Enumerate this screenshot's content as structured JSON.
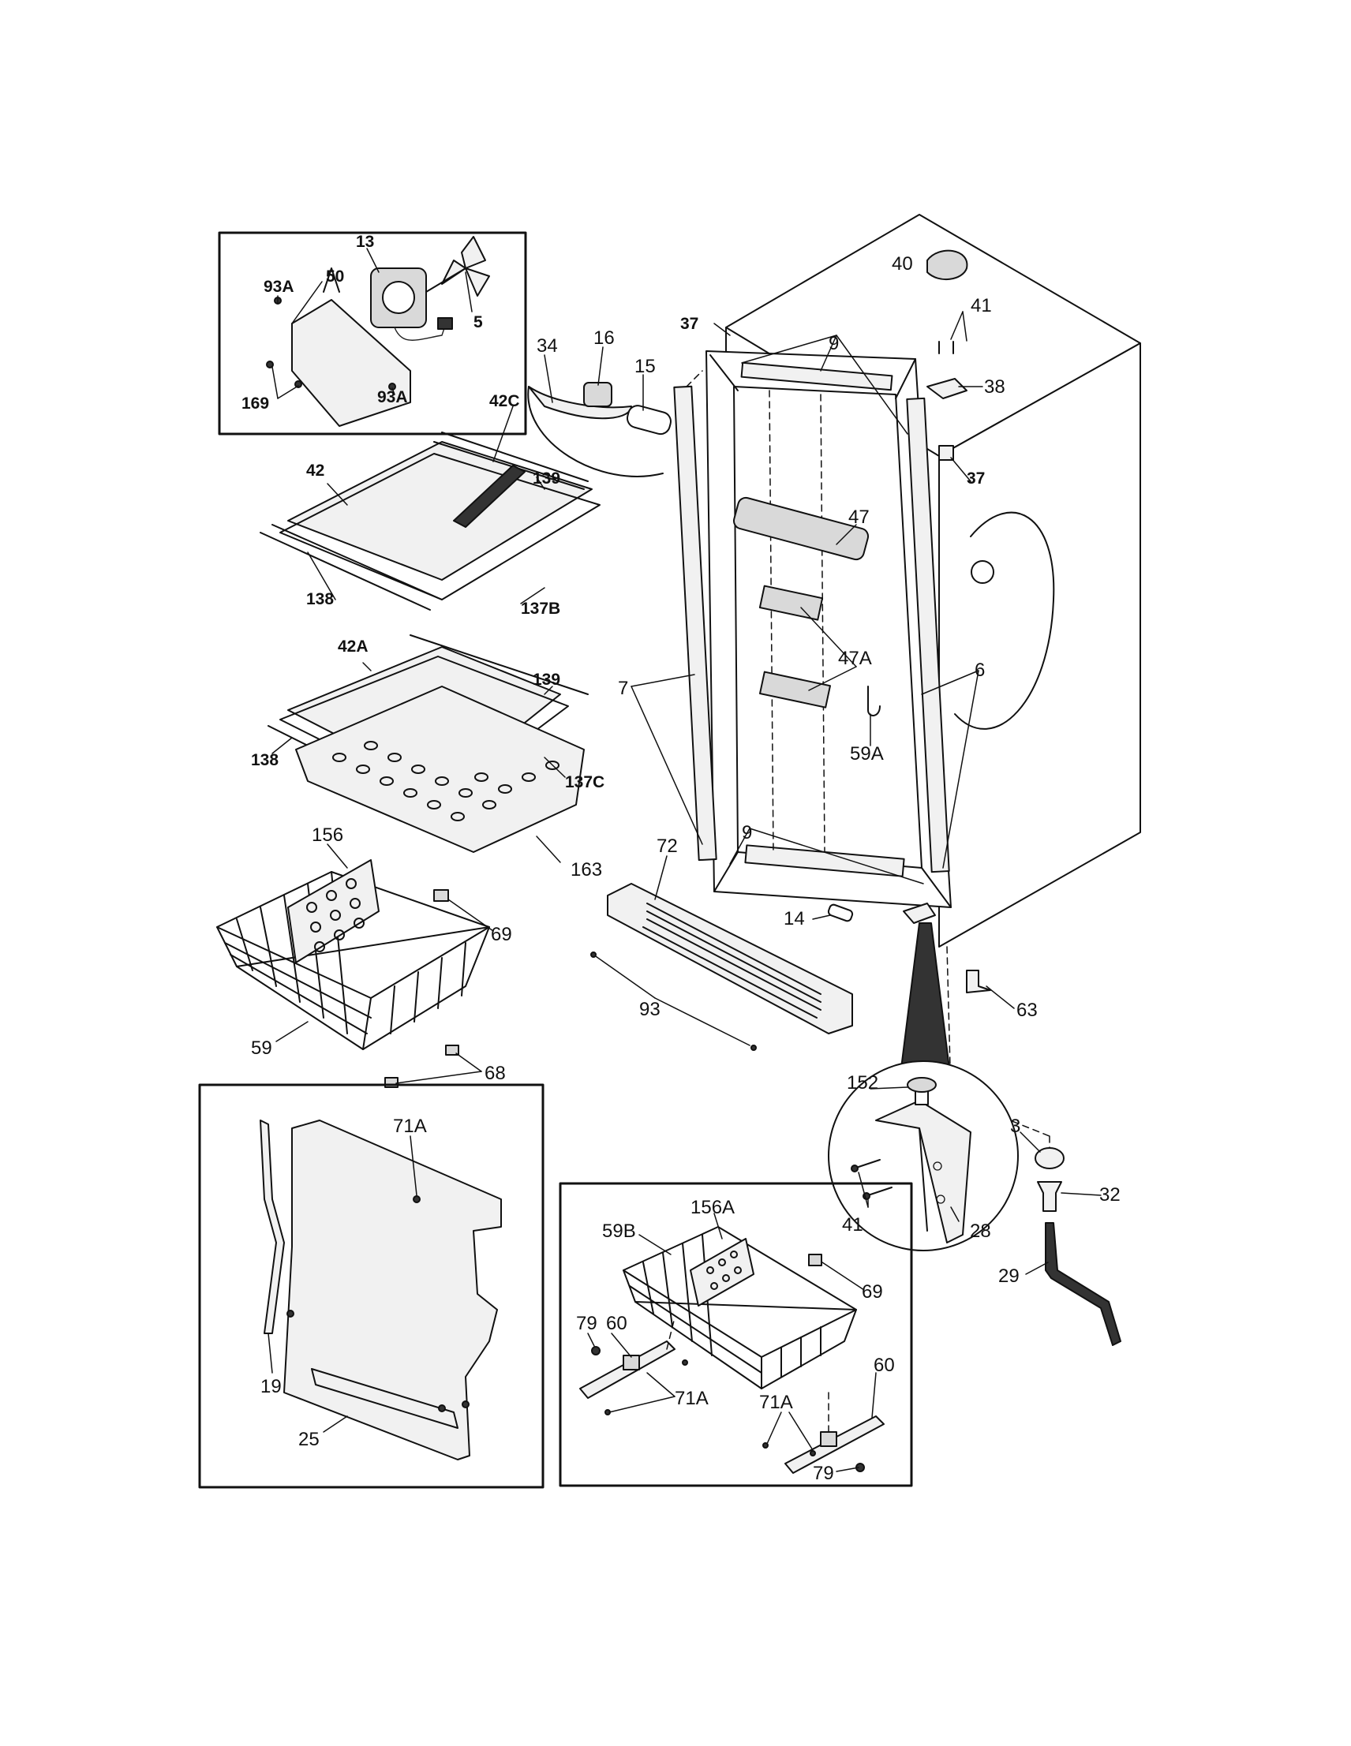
{
  "labels": {
    "l_13": "13",
    "l_50": "50",
    "l_93a_1": "93A",
    "l_5": "5",
    "l_169": "169",
    "l_93a_2": "93A",
    "l_34": "34",
    "l_16": "16",
    "l_15": "15",
    "l_42c": "42C",
    "l_42": "42",
    "l_139_1": "139",
    "l_138_1": "138",
    "l_137b": "137B",
    "l_42a": "42A",
    "l_139_2": "139",
    "l_138_2": "138",
    "l_137c": "137C",
    "l_163": "163",
    "l_156": "156",
    "l_69_1": "69",
    "l_59": "59",
    "l_68": "68",
    "l_72": "72",
    "l_93": "93",
    "l_37_1": "37",
    "l_40": "40",
    "l_41_1": "41",
    "l_9_1": "9",
    "l_38": "38",
    "l_37_2": "37",
    "l_47": "47",
    "l_47a": "47A",
    "l_7": "7",
    "l_6": "6",
    "l_59a": "59A",
    "l_9_2": "9",
    "l_14": "14",
    "l_63": "63",
    "l_152": "152",
    "l_3": "3",
    "l_32": "32",
    "l_41_2": "41",
    "l_28": "28",
    "l_29": "29",
    "l_71a_1": "71A",
    "l_19": "19",
    "l_25": "25",
    "l_156a": "156A",
    "l_59b": "59B",
    "l_69_2": "69",
    "l_79_1": "79",
    "l_60_1": "60",
    "l_71a_2": "71A",
    "l_71a_3": "71A",
    "l_60_2": "60",
    "l_79_2": "79"
  }
}
